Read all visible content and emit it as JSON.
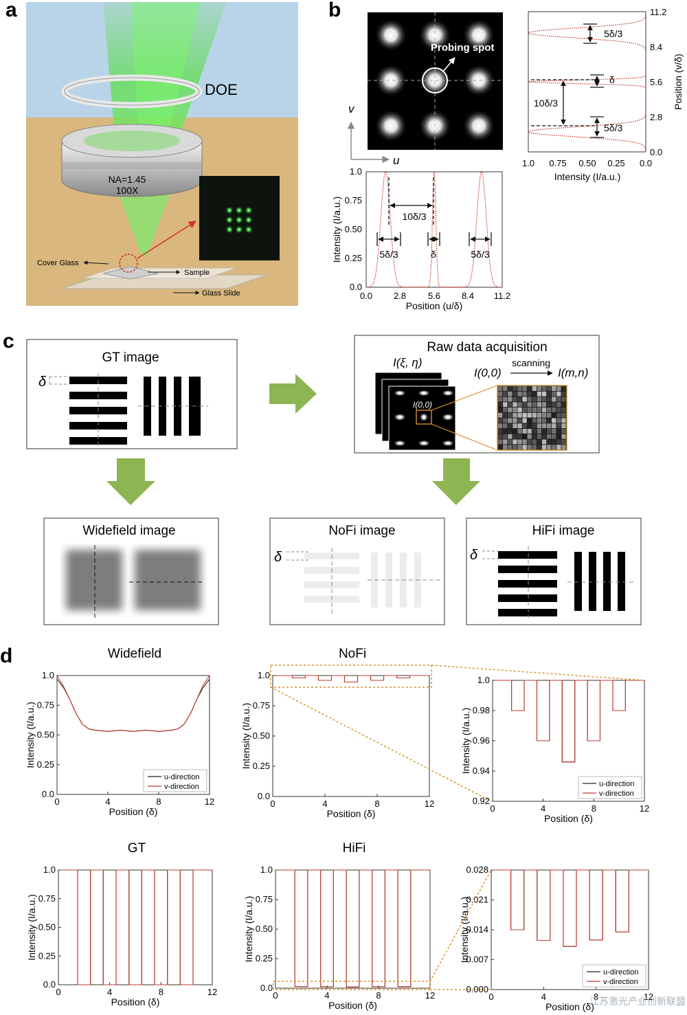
{
  "figure": {
    "panel_labels": {
      "a": "a",
      "b": "b",
      "c": "c",
      "d": "d"
    },
    "watermark": "江苏激光产业创新联盟"
  },
  "panel_a": {
    "doe_label": "DOE",
    "objective_na": "NA=1.45",
    "objective_mag": "100X",
    "cover_glass": "Cover Glass",
    "sample": "Sample",
    "glass_slide": "Glass Slide",
    "colors": {
      "sky": "#b9d4e8",
      "table": "#d9b77e",
      "beam": "#5fdd4f"
    }
  },
  "panel_b": {
    "probing_spot": "Probing spot",
    "axis_u": "u",
    "axis_v": "v",
    "bottom_plot": {
      "xlabel": "Position (u/δ)",
      "ylabel": "Intensity (I/a.u.)",
      "xticks": [
        "0.0",
        "2.8",
        "5.6",
        "8.4",
        "11.2"
      ],
      "yticks": [
        "0.0",
        "0.25",
        "0.50",
        "0.75",
        "1.0"
      ],
      "ann_10d3": "10δ/3",
      "ann_5d3_left": "5δ/3",
      "ann_d": "δ",
      "ann_5d3_right": "5δ/3"
    },
    "right_plot": {
      "xlabel": "Intensity (I/a.u.)",
      "ylabel": "Position (v/δ)",
      "xticks": [
        "1.0",
        "0.75",
        "0.50",
        "0.25",
        "0.0"
      ],
      "yticks": [
        "0.0",
        "2.8",
        "5.6",
        "8.4",
        "11.2"
      ],
      "ann_5d3_top": "5δ/3",
      "ann_d": "δ",
      "ann_10d3": "10δ/3",
      "ann_5d3_bottom": "5δ/3"
    }
  },
  "panel_c": {
    "gt_title": "GT image",
    "raw_title": "Raw data acquisition",
    "raw_stack_label": "I(ξ, η)",
    "raw_from": "I(0,0)",
    "raw_scanning": "scanning",
    "raw_to": "I(m,n)",
    "raw_spot": "I(0,0)",
    "widefield_title": "Widefield image",
    "nofi_title": "NoFi image",
    "hifi_title": "HiFi image",
    "delta": "δ",
    "colors": {
      "arrow": "#8db551",
      "callout": "#d9902b"
    }
  },
  "chart_data": [
    {
      "id": "widefield",
      "type": "line",
      "title": "Widefield",
      "xlabel": "Position (δ)",
      "ylabel": "Intensity (I/a.u.)",
      "xlim": [
        0,
        12
      ],
      "ylim": [
        0,
        1.0
      ],
      "xticks": [
        "0",
        "4",
        "8",
        "12"
      ],
      "yticks": [
        "0.0",
        "0.25",
        "0.50",
        "0.75",
        "1.0"
      ],
      "legend": "bottom-right",
      "series": [
        {
          "name": "u-direction",
          "color": "#222222",
          "x": [
            0,
            0.5,
            1,
            1.5,
            2,
            2.5,
            3,
            4,
            5,
            6,
            7,
            8,
            9,
            9.5,
            10,
            10.5,
            11,
            11.5,
            12
          ],
          "y": [
            0.97,
            0.9,
            0.8,
            0.68,
            0.59,
            0.55,
            0.54,
            0.53,
            0.54,
            0.53,
            0.54,
            0.53,
            0.54,
            0.55,
            0.59,
            0.68,
            0.8,
            0.9,
            0.97
          ]
        },
        {
          "name": "v-direction",
          "color": "#c0392b",
          "x": [
            0,
            0.5,
            1,
            1.5,
            2,
            2.5,
            3,
            4,
            5,
            6,
            7,
            8,
            9,
            9.5,
            10,
            10.5,
            11,
            11.5,
            12
          ],
          "y": [
            1.0,
            0.91,
            0.8,
            0.68,
            0.59,
            0.55,
            0.54,
            0.53,
            0.54,
            0.53,
            0.54,
            0.53,
            0.54,
            0.55,
            0.59,
            0.68,
            0.8,
            0.92,
            1.0
          ]
        }
      ]
    },
    {
      "id": "nofi",
      "type": "line",
      "title": "NoFi",
      "xlabel": "Position (δ)",
      "ylabel": "Intensity (I/a.u.)",
      "xlim": [
        0,
        12
      ],
      "ylim": [
        0,
        1.0
      ],
      "xticks": [
        "0",
        "4",
        "8",
        "12"
      ],
      "yticks": [
        "0.0",
        "0.25",
        "0.50",
        "0.75",
        "1.0"
      ],
      "legend": "none",
      "series": [
        {
          "name": "u-direction",
          "color": "#222222",
          "x": [
            0,
            1.5,
            1.5,
            2.5,
            2.5,
            3.5,
            3.5,
            4.5,
            4.5,
            5.5,
            5.5,
            6.5,
            6.5,
            7.5,
            7.5,
            8.5,
            8.5,
            9.5,
            9.5,
            10.5,
            10.5,
            12
          ],
          "y": [
            1.0,
            1.0,
            0.98,
            0.98,
            1.0,
            1.0,
            0.96,
            0.96,
            1.0,
            1.0,
            0.946,
            0.946,
            1.0,
            1.0,
            0.96,
            0.96,
            1.0,
            1.0,
            0.98,
            0.98,
            1.0,
            1.0
          ]
        },
        {
          "name": "v-direction",
          "color": "#c0392b",
          "x": [
            0,
            1.5,
            1.5,
            2.5,
            2.5,
            3.5,
            3.5,
            4.5,
            4.5,
            5.5,
            5.5,
            6.5,
            6.5,
            7.5,
            7.5,
            8.5,
            8.5,
            9.5,
            9.5,
            10.5,
            10.5,
            12
          ],
          "y": [
            1.0,
            1.0,
            0.98,
            0.98,
            1.0,
            1.0,
            0.96,
            0.96,
            1.0,
            1.0,
            0.946,
            0.946,
            1.0,
            1.0,
            0.96,
            0.96,
            1.0,
            1.0,
            0.98,
            0.98,
            1.0,
            1.0
          ]
        }
      ]
    },
    {
      "id": "nofi_zoom",
      "type": "line",
      "title": "",
      "xlabel": "Position (δ)",
      "ylabel": "Intensity (I/a.u.)",
      "xlim": [
        0,
        12
      ],
      "ylim": [
        0.92,
        1.0
      ],
      "xticks": [
        "0",
        "4",
        "8",
        "12"
      ],
      "yticks": [
        "0.92",
        "0.94",
        "0.96",
        "0.98",
        "1.0"
      ],
      "legend": "bottom-right",
      "series": [
        {
          "name": "u-direction",
          "color": "#222222",
          "x": [
            0,
            1.5,
            1.5,
            2.5,
            2.5,
            3.5,
            3.5,
            4.5,
            4.5,
            5.5,
            5.5,
            6.5,
            6.5,
            7.5,
            7.5,
            8.5,
            8.5,
            9.5,
            9.5,
            10.5,
            10.5,
            12
          ],
          "y": [
            1.0,
            1.0,
            0.98,
            0.98,
            1.0,
            1.0,
            0.96,
            0.96,
            1.0,
            1.0,
            0.946,
            0.946,
            1.0,
            1.0,
            0.96,
            0.96,
            1.0,
            1.0,
            0.98,
            0.98,
            1.0,
            1.0
          ]
        },
        {
          "name": "v-direction",
          "color": "#c0392b",
          "x": [
            0,
            1.5,
            1.5,
            2.5,
            2.5,
            3.5,
            3.5,
            4.5,
            4.5,
            5.5,
            5.5,
            6.5,
            6.5,
            7.5,
            7.5,
            8.5,
            8.5,
            9.5,
            9.5,
            10.5,
            10.5,
            12
          ],
          "y": [
            1.0,
            1.0,
            0.98,
            0.98,
            1.0,
            1.0,
            0.96,
            0.96,
            1.0,
            1.0,
            0.946,
            0.946,
            1.0,
            1.0,
            0.96,
            0.96,
            1.0,
            1.0,
            0.98,
            0.98,
            1.0,
            1.0
          ]
        }
      ]
    },
    {
      "id": "gt",
      "type": "line",
      "title": "GT",
      "xlabel": "Position (δ)",
      "ylabel": "Intensity (I/a.u.)",
      "xlim": [
        0,
        12
      ],
      "ylim": [
        0,
        1.0
      ],
      "xticks": [
        "0",
        "4",
        "8",
        "12"
      ],
      "yticks": [
        "0.0",
        "0.25",
        "0.50",
        "0.75",
        "1.0"
      ],
      "legend": "none",
      "series": [
        {
          "name": "u-direction",
          "color": "#222222",
          "x": [
            0,
            1.5,
            1.5,
            2.5,
            2.5,
            3.5,
            3.5,
            4.5,
            4.5,
            5.5,
            5.5,
            6.5,
            6.5,
            7.5,
            7.5,
            8.5,
            8.5,
            9.5,
            9.5,
            10.5,
            10.5,
            12
          ],
          "y": [
            1,
            1,
            0,
            0,
            1,
            1,
            0,
            0,
            1,
            1,
            0,
            0,
            1,
            1,
            0,
            0,
            1,
            1,
            0,
            0,
            1,
            1
          ]
        },
        {
          "name": "v-direction",
          "color": "#c0392b",
          "x": [
            0,
            1.5,
            1.5,
            2.5,
            2.5,
            3.5,
            3.5,
            4.5,
            4.5,
            5.5,
            5.5,
            6.5,
            6.5,
            7.5,
            7.5,
            8.5,
            8.5,
            9.5,
            9.5,
            10.5,
            10.5,
            12
          ],
          "y": [
            1,
            1,
            0,
            0,
            1,
            1,
            0,
            0,
            1,
            1,
            0,
            0,
            1,
            1,
            0,
            0,
            1,
            1,
            0,
            0,
            1,
            1
          ]
        }
      ]
    },
    {
      "id": "hifi",
      "type": "line",
      "title": "HiFi",
      "xlabel": "Position (δ)",
      "ylabel": "Intensity (I/a.u.)",
      "xlim": [
        0,
        12
      ],
      "ylim": [
        0,
        1.0
      ],
      "xticks": [
        "0",
        "4",
        "8",
        "12"
      ],
      "yticks": [
        "0.0",
        "0.25",
        "0.50",
        "0.75",
        "1.0"
      ],
      "legend": "none",
      "series": [
        {
          "name": "u-direction",
          "color": "#222222",
          "x": [
            0,
            1.5,
            1.5,
            2.5,
            2.5,
            3.5,
            3.5,
            4.5,
            4.5,
            5.5,
            5.5,
            6.5,
            6.5,
            7.5,
            7.5,
            8.5,
            8.5,
            9.5,
            9.5,
            10.5,
            10.5,
            12
          ],
          "y": [
            1,
            1,
            0.014,
            0.014,
            1,
            1,
            0.012,
            0.012,
            1,
            1,
            0.01,
            0.01,
            1,
            1,
            0.012,
            0.012,
            1,
            1,
            0.0135,
            0.0135,
            1,
            1
          ]
        },
        {
          "name": "v-direction",
          "color": "#c0392b",
          "x": [
            0,
            1.5,
            1.5,
            2.5,
            2.5,
            3.5,
            3.5,
            4.5,
            4.5,
            5.5,
            5.5,
            6.5,
            6.5,
            7.5,
            7.5,
            8.5,
            8.5,
            9.5,
            9.5,
            10.5,
            10.5,
            12
          ],
          "y": [
            1,
            1,
            0.014,
            0.014,
            1,
            1,
            0.012,
            0.012,
            1,
            1,
            0.01,
            0.01,
            1,
            1,
            0.012,
            0.012,
            1,
            1,
            0.0135,
            0.0135,
            1,
            1
          ]
        }
      ]
    },
    {
      "id": "hifi_zoom",
      "type": "line",
      "title": "",
      "xlabel": "Position (δ)",
      "ylabel": "Intensity (I/a.u.)",
      "xlim": [
        0,
        12
      ],
      "ylim": [
        0,
        0.028
      ],
      "xticks": [
        "0",
        "4",
        "8",
        "12"
      ],
      "yticks": [
        "0.000",
        "0.007",
        "0.014",
        "0.021",
        "0.028"
      ],
      "legend": "bottom-right",
      "series": [
        {
          "name": "u-direction",
          "color": "#222222",
          "x": [
            0,
            1.5,
            1.5,
            2.5,
            2.5,
            3.5,
            3.5,
            4.5,
            4.5,
            5.5,
            5.5,
            6.5,
            6.5,
            7.5,
            7.5,
            8.5,
            8.5,
            9.5,
            9.5,
            10.5,
            10.5,
            12
          ],
          "y": [
            0.028,
            0.028,
            0.014,
            0.014,
            0.028,
            0.028,
            0.0115,
            0.0115,
            0.028,
            0.028,
            0.0101,
            0.0101,
            0.028,
            0.028,
            0.0116,
            0.0116,
            0.028,
            0.028,
            0.0135,
            0.0135,
            0.028,
            0.028
          ]
        },
        {
          "name": "v-direction",
          "color": "#c0392b",
          "x": [
            0,
            1.5,
            1.5,
            2.5,
            2.5,
            3.5,
            3.5,
            4.5,
            4.5,
            5.5,
            5.5,
            6.5,
            6.5,
            7.5,
            7.5,
            8.5,
            8.5,
            9.5,
            9.5,
            10.5,
            10.5,
            12
          ],
          "y": [
            0.028,
            0.028,
            0.014,
            0.014,
            0.028,
            0.028,
            0.0115,
            0.0115,
            0.028,
            0.028,
            0.0101,
            0.0101,
            0.028,
            0.028,
            0.0116,
            0.0116,
            0.028,
            0.028,
            0.0135,
            0.0135,
            0.028,
            0.028
          ]
        }
      ]
    }
  ]
}
